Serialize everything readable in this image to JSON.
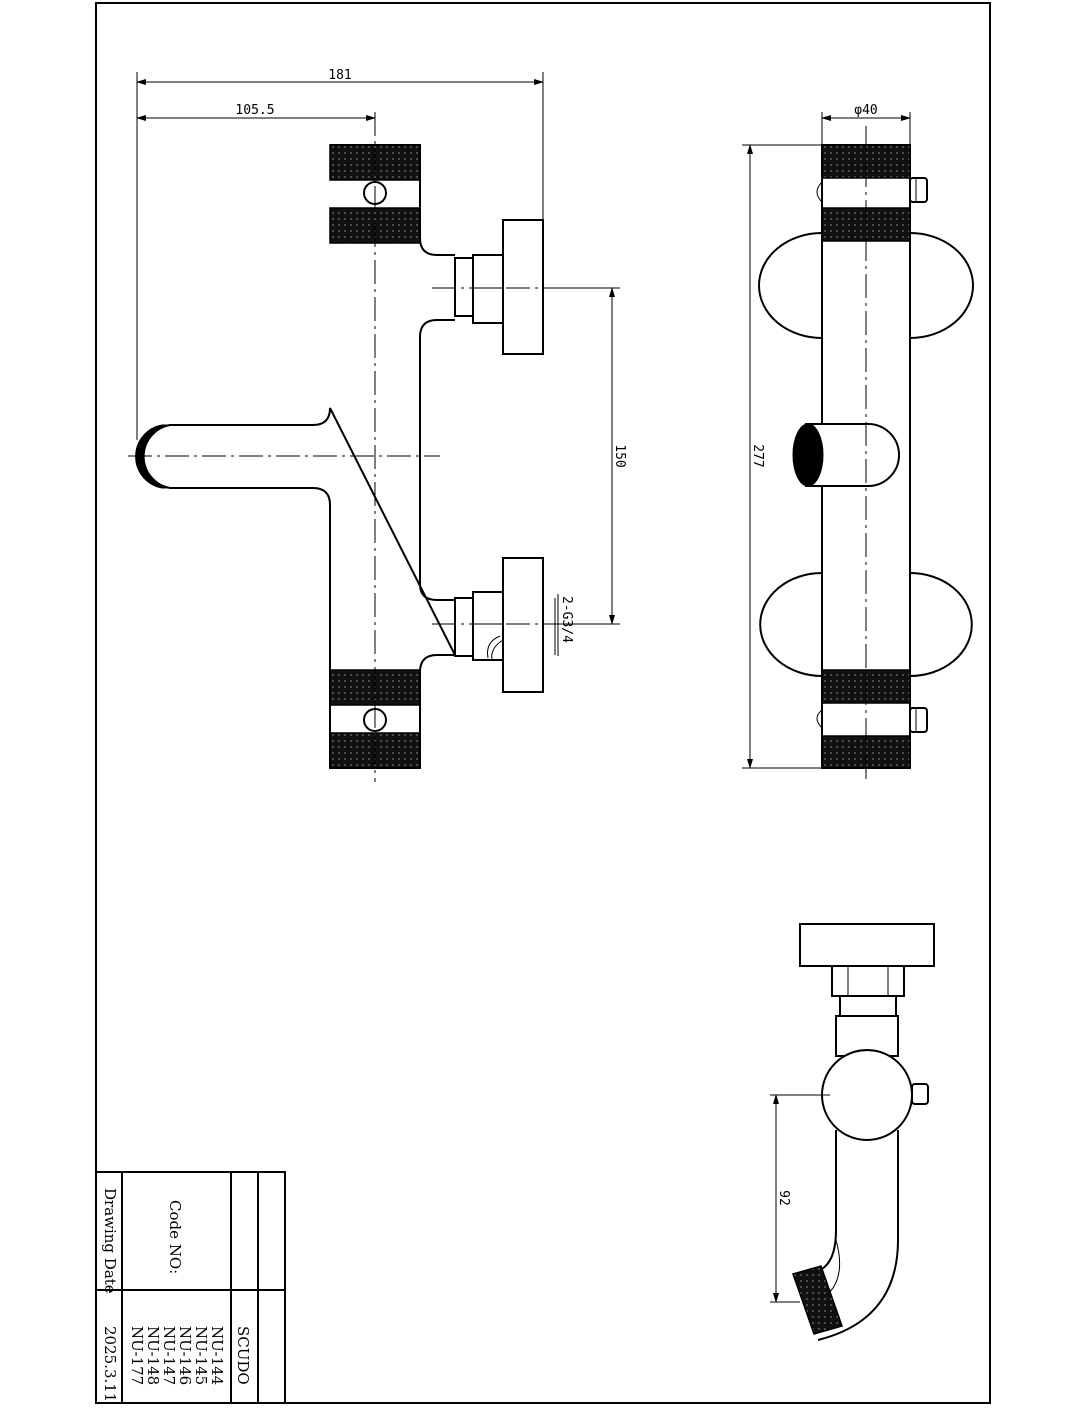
{
  "dimensions": {
    "overall_width": "181",
    "outlet_offset": "105.5",
    "inlet_spacing": "150",
    "inlet_thread": "2-G3/4",
    "body_diameter": "φ40",
    "body_length": "277",
    "spout_drop": "92"
  },
  "title_block": {
    "product": "SCUDO",
    "code_label": "Code NO:",
    "codes": [
      "NU-144",
      "NU-145",
      "NU-146",
      "NU-147",
      "NU-148",
      "NU-177"
    ],
    "date_label": "Drawing Date",
    "date": "2025.3.11"
  }
}
